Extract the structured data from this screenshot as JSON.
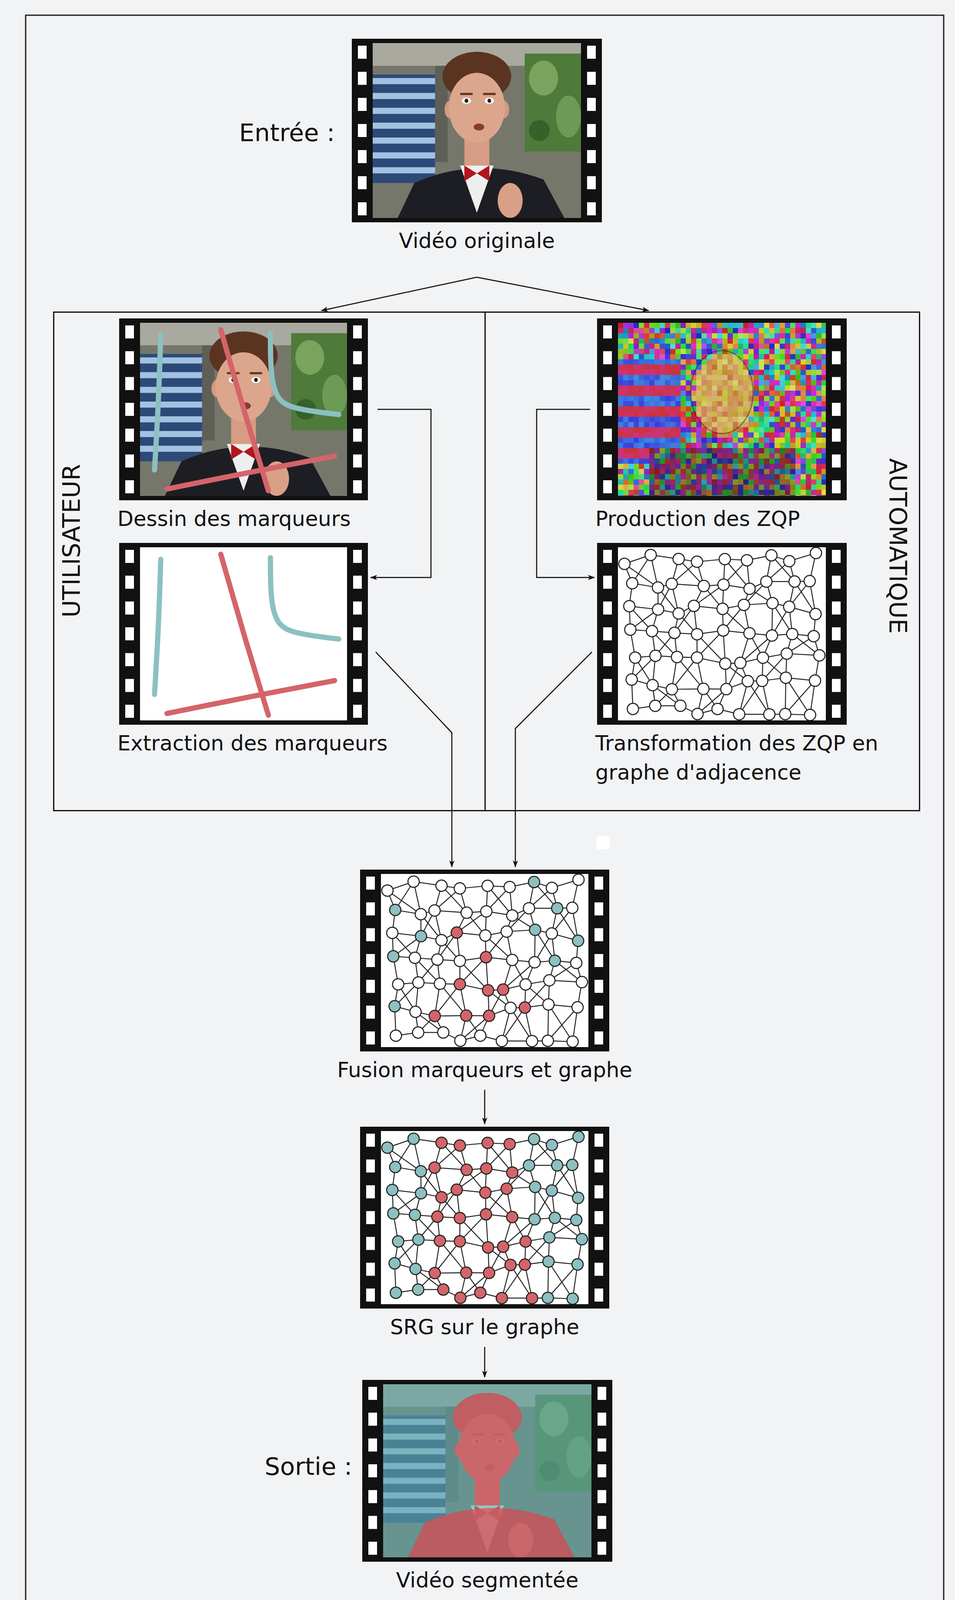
{
  "diagram": {
    "nodes": [
      {
        "text": [
          "Vidéo originale"
        ]
      },
      {
        "text": [
          "UTILISATEUR"
        ]
      },
      {
        "text": [
          "Dessin des marqueurs"
        ],
        "in": 1
      },
      {
        "text": [
          "Extraction des marqueurs"
        ],
        "in": 1
      },
      {
        "text": [
          "AUTOMATIQUE"
        ]
      },
      {
        "text": [
          "Production des ZQP"
        ],
        "in": 4
      },
      {
        "text": [
          "Transformation des ZQP en graphe d'adjacence"
        ],
        "in": 4
      },
      {
        "text": [
          "Fusion marqueurs et graphe"
        ]
      },
      {
        "text": [
          "SRG sur le graphe"
        ]
      },
      {
        "text": [
          "Vidéo segmentée"
        ]
      }
    ],
    "edges": [
      {
        "from": 0,
        "to": 1,
        "arrow": "to"
      },
      {
        "from": 0,
        "to": 4,
        "arrow": "to"
      },
      {
        "from": 2,
        "to": 3,
        "arrow": "to"
      },
      {
        "from": 5,
        "to": 6,
        "arrow": "to"
      },
      {
        "from": 3,
        "to": 7,
        "arrow": "to"
      },
      {
        "from": 6,
        "to": 7,
        "arrow": "to"
      },
      {
        "from": 7,
        "to": 8,
        "arrow": "to"
      },
      {
        "from": 8,
        "to": 9,
        "arrow": "to"
      }
    ],
    "labels": [
      "Entrée :",
      "Sortie :"
    ]
  }
}
